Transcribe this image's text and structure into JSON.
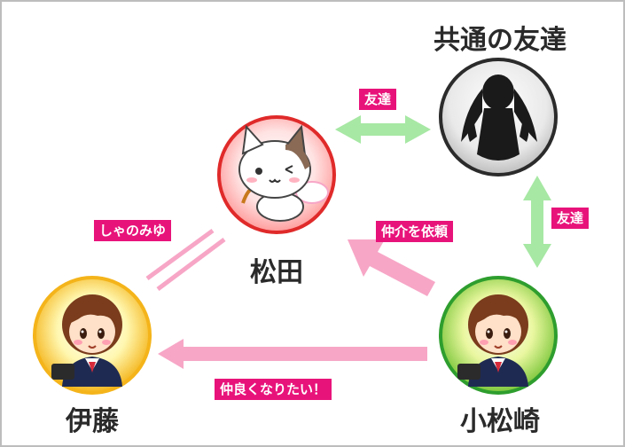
{
  "people": {
    "matsuda": "松田",
    "itou": "伊藤",
    "komatsuzaki": "小松崎",
    "mutual_friend": "共通の友達"
  },
  "labels": {
    "friend_top": "友達",
    "friend_right": "友達",
    "shamiyu": "しゃのみゆ",
    "request_mediation": "仲介を依頼",
    "want_to_be_close": "仲良くなりたい！"
  },
  "colors": {
    "tag_bg": "#e8137a",
    "pink_arrow": "#f7a6c6",
    "green_arrow": "#a7e8a4",
    "matsuda_ring": "#e02a2a",
    "itou_ring": "#f4b41a",
    "komatsuzaki_ring": "#2e9e2e",
    "friend_ring": "#2b2b2b"
  },
  "icons": {
    "matsuda": "cat-cupid-icon",
    "itou": "schoolgirl-avatar-icon",
    "komatsuzaki": "schoolgirl-avatar-icon",
    "mutual_friend": "girl-silhouette-icon"
  }
}
